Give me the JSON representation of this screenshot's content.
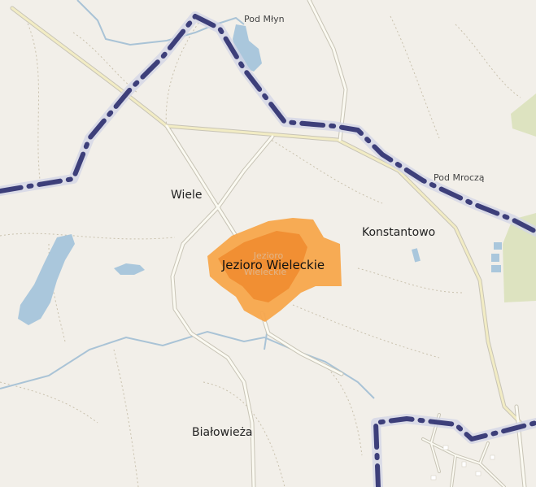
{
  "map": {
    "colors": {
      "land": "#f2efe9",
      "water": "#aac7dc",
      "stream": "#a9c3d6",
      "road_casing": "#c8c4b6",
      "road_fill": "#fbfaf2",
      "road_highlight": "#f2ecc4",
      "track": "#c9c1ad",
      "forest": "#dde3c0",
      "border_casing": "#d3d6e6",
      "border": "#3d3f7a",
      "highlight_outer": "#f7a64c",
      "highlight_inner": "#f08a2e",
      "building": "#ffffff"
    },
    "labels": {
      "pod_mlyn": "Pod Młyn",
      "wiele": "Wiele",
      "pod_mrocza": "Pod Mroczą",
      "konstantowo": "Konstantowo",
      "jezioro_wieleckie": "Jezioro Wieleckie",
      "jezioro_ghost_1": "Jezioro",
      "jezioro_ghost_2": "Wieleckie",
      "bialowieza": "Białowieża"
    },
    "highlighted_feature": "Jezioro Wieleckie"
  }
}
